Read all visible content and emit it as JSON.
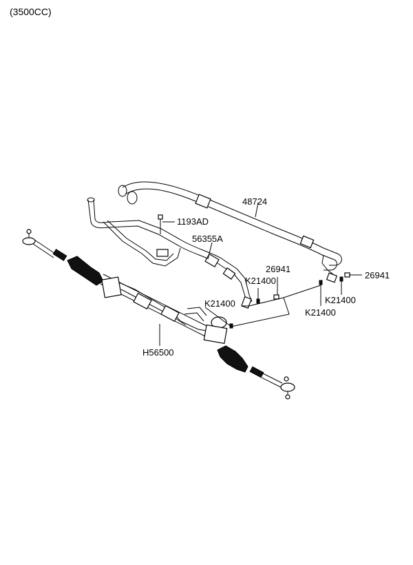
{
  "header": {
    "variant": "(3500CC)"
  },
  "parts": {
    "hose_return": "48724",
    "bolt_upper": "1193AD",
    "hose_pressure": "56355A",
    "fitting_right": "26941",
    "fitting_left": "26941",
    "seal_upper": "K21400",
    "seal_left": "K21400",
    "seal_right_upper": "K21400",
    "seal_right_lower": "K21400",
    "gear_box": "H56500"
  }
}
